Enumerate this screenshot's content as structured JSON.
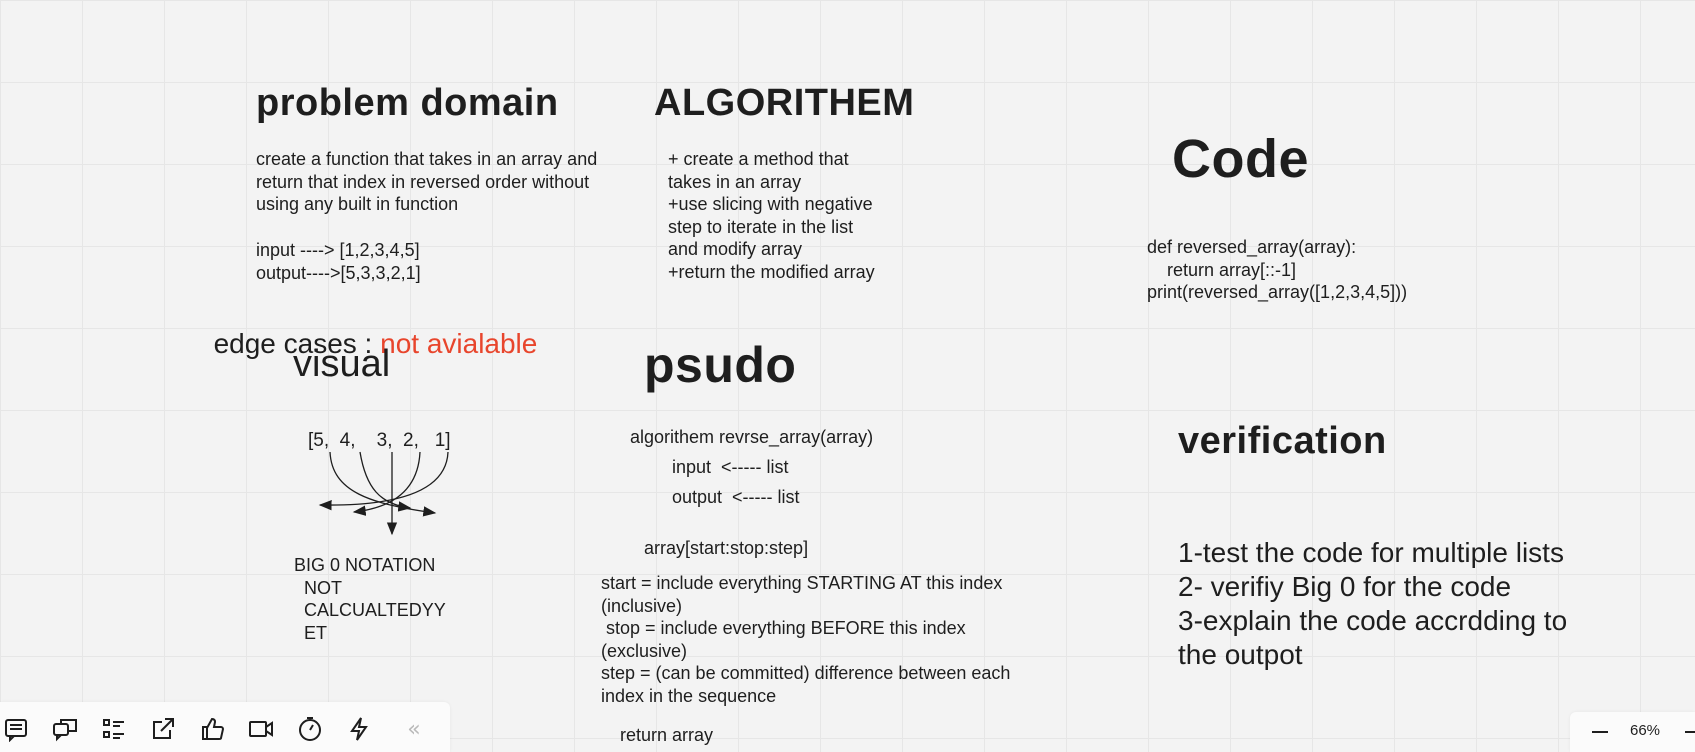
{
  "problem_domain": {
    "title": "problem domain",
    "description": "create a function that takes in an array and\nreturn that index in reversed order without\nusing any built in function",
    "io": "input ----> [1,2,3,4,5]\noutput---->[5,3,3,2,1]"
  },
  "algorithm": {
    "title": "ALGORITHEM",
    "steps": "+ create a method that\ntakes in an array\n+use slicing with negative\nstep to iterate in the list\nand modify array\n+return the modified array"
  },
  "code": {
    "title": "Code",
    "source": "def reversed_array(array):\n    return array[::-1]\nprint(reversed_array([1,2,3,4,5]))"
  },
  "edge_cases": {
    "label": "edge cases : ",
    "value": "not avialable"
  },
  "visual": {
    "title": "visual",
    "array_label": "[5,  4,    3,  2,   1]",
    "big_o": "BIG 0 NOTATION\n  NOT\n  CALCUALTEDYY\n  ET"
  },
  "psudo": {
    "title": "psudo",
    "header": "algorithem revrse_array(array)",
    "input_line": "input  <----- list",
    "output_line": "output  <----- list",
    "slice_syntax": "array[start:stop:step]",
    "explanation": "start = include everything STARTING AT this index\n(inclusive)\n stop = include everything BEFORE this index\n(exclusive)\nstep = (can be committed) difference between each\nindex in the sequence",
    "return_line": "return array"
  },
  "verification": {
    "title": "verification",
    "items": "1-test the code for multiple lists\n2- verifiy Big 0 for the code\n3-explain the code accrdding to\nthe outpot"
  },
  "toolbar": {
    "icons": [
      "notes-icon",
      "comments-icon",
      "list-icon",
      "share-icon",
      "thumbs-up-icon",
      "video-icon",
      "timer-icon",
      "lightning-icon",
      "collapse-icon"
    ],
    "collapse_label": "«"
  },
  "zoom": {
    "level": "66%"
  },
  "colors": {
    "accent": "#e8452c",
    "text": "#1e1e1e",
    "canvas": "#f3f3f3"
  }
}
